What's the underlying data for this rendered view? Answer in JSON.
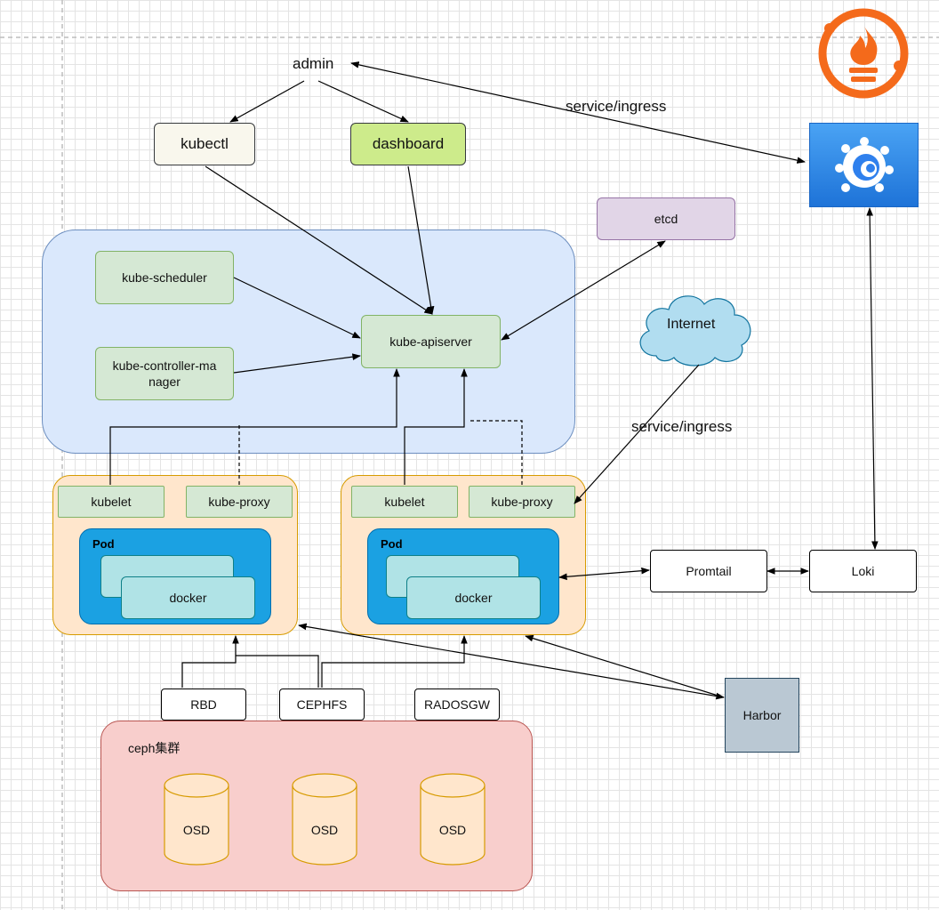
{
  "admin": "admin",
  "kubectl": "kubectl",
  "dashboard": "dashboard",
  "etcd": "etcd",
  "internet": "Internet",
  "service_ingress_top": "service/ingress",
  "service_ingress_mid": "service/ingress",
  "control_plane": {
    "scheduler": "kube-scheduler",
    "controller_manager": "kube-controller-manager",
    "apiserver": "kube-apiserver"
  },
  "nodes": [
    {
      "kubelet": "kubelet",
      "kube_proxy": "kube-proxy",
      "pod": "Pod",
      "container": "docker"
    },
    {
      "kubelet": "kubelet",
      "kube_proxy": "kube-proxy",
      "pod": "Pod",
      "container": "docker"
    }
  ],
  "storage": {
    "rbd": "RBD",
    "cephfs": "CEPHFS",
    "radosgw": "RADOSGW",
    "cluster_label": "ceph集群",
    "osds": [
      "OSD",
      "OSD",
      "OSD"
    ]
  },
  "promtail": "Promtail",
  "loki": "Loki",
  "harbor": "Harbor",
  "colors": {
    "prometheus": "#f46a1b",
    "grafana": "#2f80ed",
    "control_plane_bg": "#dae8fc",
    "node_bg": "#ffe6cc",
    "pod_bg": "#1ba1e2",
    "container_bg": "#b0e3e6",
    "ceph_bg": "#f8cecc",
    "harbor_bg": "#bac8d3"
  },
  "icons": [
    "prometheus-logo-icon",
    "grafana-logo-icon"
  ]
}
